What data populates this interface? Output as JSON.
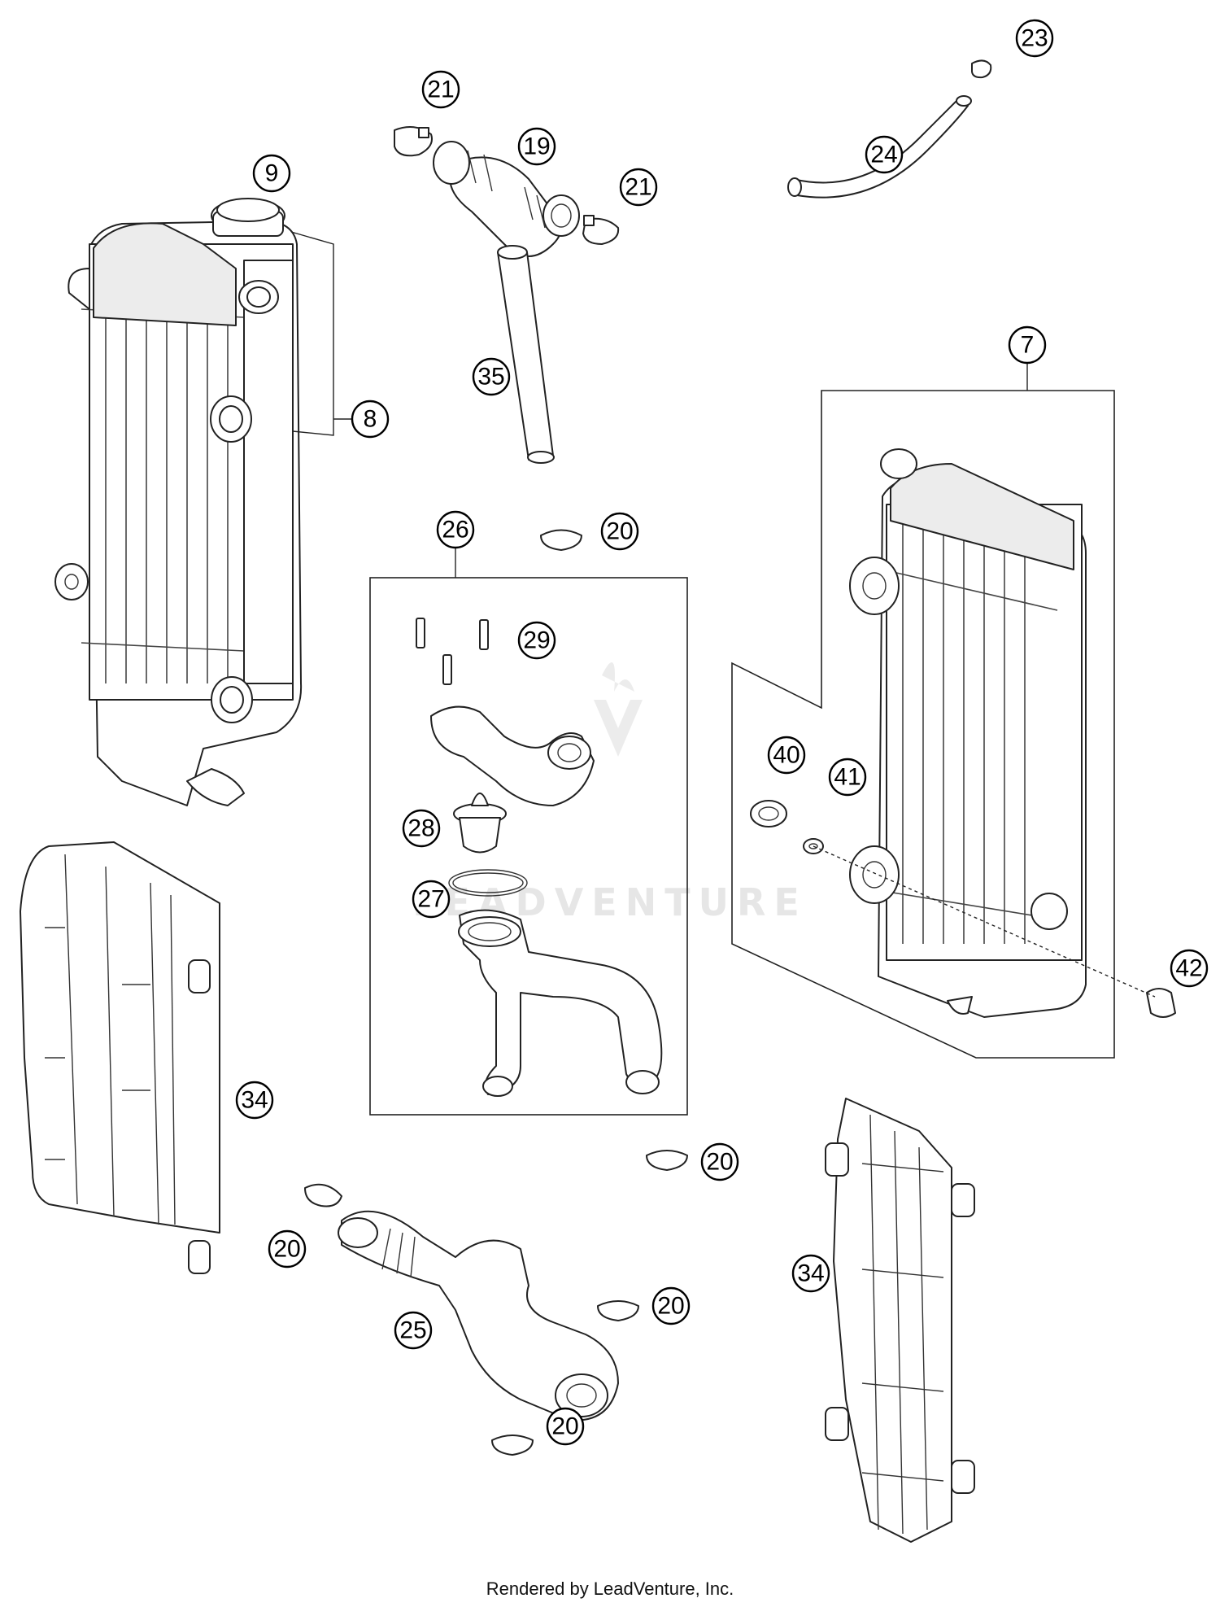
{
  "diagram": {
    "callouts": [
      {
        "label": "23"
      },
      {
        "label": "21"
      },
      {
        "label": "19"
      },
      {
        "label": "9"
      },
      {
        "label": "21"
      },
      {
        "label": "24"
      },
      {
        "label": "35"
      },
      {
        "label": "8"
      },
      {
        "label": "7"
      },
      {
        "label": "26"
      },
      {
        "label": "20"
      },
      {
        "label": "29"
      },
      {
        "label": "40"
      },
      {
        "label": "41"
      },
      {
        "label": "28"
      },
      {
        "label": "27"
      },
      {
        "label": "42"
      },
      {
        "label": "34"
      },
      {
        "label": "20"
      },
      {
        "label": "20"
      },
      {
        "label": "34"
      },
      {
        "label": "25"
      },
      {
        "label": "20"
      },
      {
        "label": "20"
      }
    ],
    "watermark": "LEADVENTURE"
  },
  "footer": {
    "text": "Rendered by LeadVenture, Inc."
  }
}
